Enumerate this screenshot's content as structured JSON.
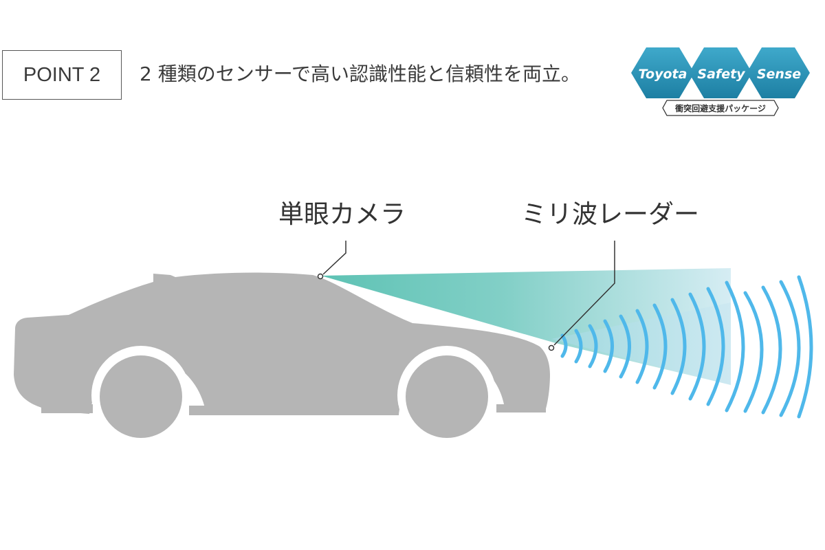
{
  "point_label": "POINT 2",
  "headline": "2 種類のセンサーで高い認識性能と信頼性を両立。",
  "logo": {
    "words": [
      "Toyota",
      "Safety",
      "Sense"
    ],
    "subtitle": "衝突回避支援パッケージ",
    "hex_color": "#2a93b5"
  },
  "labels": {
    "camera": "単眼カメラ",
    "radar": "ミリ波レーダー"
  },
  "colors": {
    "car": "#b4b4b4",
    "camera_beam": "#5ec3b5",
    "radar_beam": "#9fd6e8",
    "radar_waves": "#4fb8ea",
    "text": "#333333"
  },
  "icons": [
    "car-illustration",
    "camera-sensor-icon",
    "radar-sensor-icon",
    "radar-wave-icon"
  ]
}
